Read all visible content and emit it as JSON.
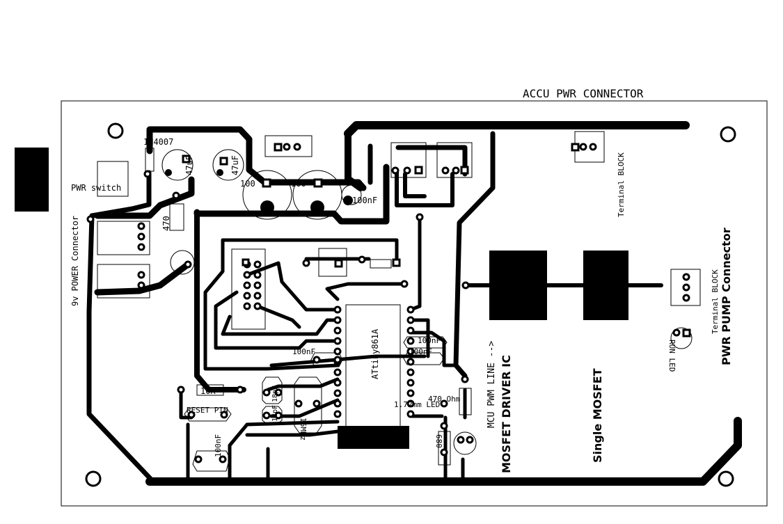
{
  "labels": {
    "accu_pwr_connector": "ACCU PWR CONNECTOR",
    "diode": "1N4007",
    "cap_47uf_1": "47uF",
    "cap_47uf_2": "47uF",
    "cap_100_1": "100",
    "cap_100_2": "100",
    "cap_100nf_top": "100nF",
    "pwr_switch": "PWR switch",
    "res_470_left": "470",
    "power_connector_9v": "9v POWER Connector",
    "terminal_block_top": "Terminal BLOCK",
    "terminal_block_right": "Terminal BLOCK",
    "pwr_pump_connector": "PWR PUMP Connector",
    "run_led": "RUN LED",
    "mcu_ic": "ATtiny861A",
    "cap_100nf_mid": "100nF",
    "cap_100nf_right_1": "100nF",
    "cap_100nf_right_2": "100nF",
    "crystal_cap_1": "18pF",
    "crystal_cap_2": "18pF",
    "crystal": "16MHz",
    "res_10k": "10K",
    "reset_pin": "RESET PIN",
    "cap_100nf_bottom": "100nF",
    "led_3mm": "1.72mm LED",
    "res_470_ohm": "470 Ohm",
    "res_680": "680",
    "mcu_pwm_line": "MCU PWM LINE -->",
    "mosfet_driver_ic": "MOSFET DRIVER IC",
    "single_mosfet": "Single MOSFET"
  }
}
